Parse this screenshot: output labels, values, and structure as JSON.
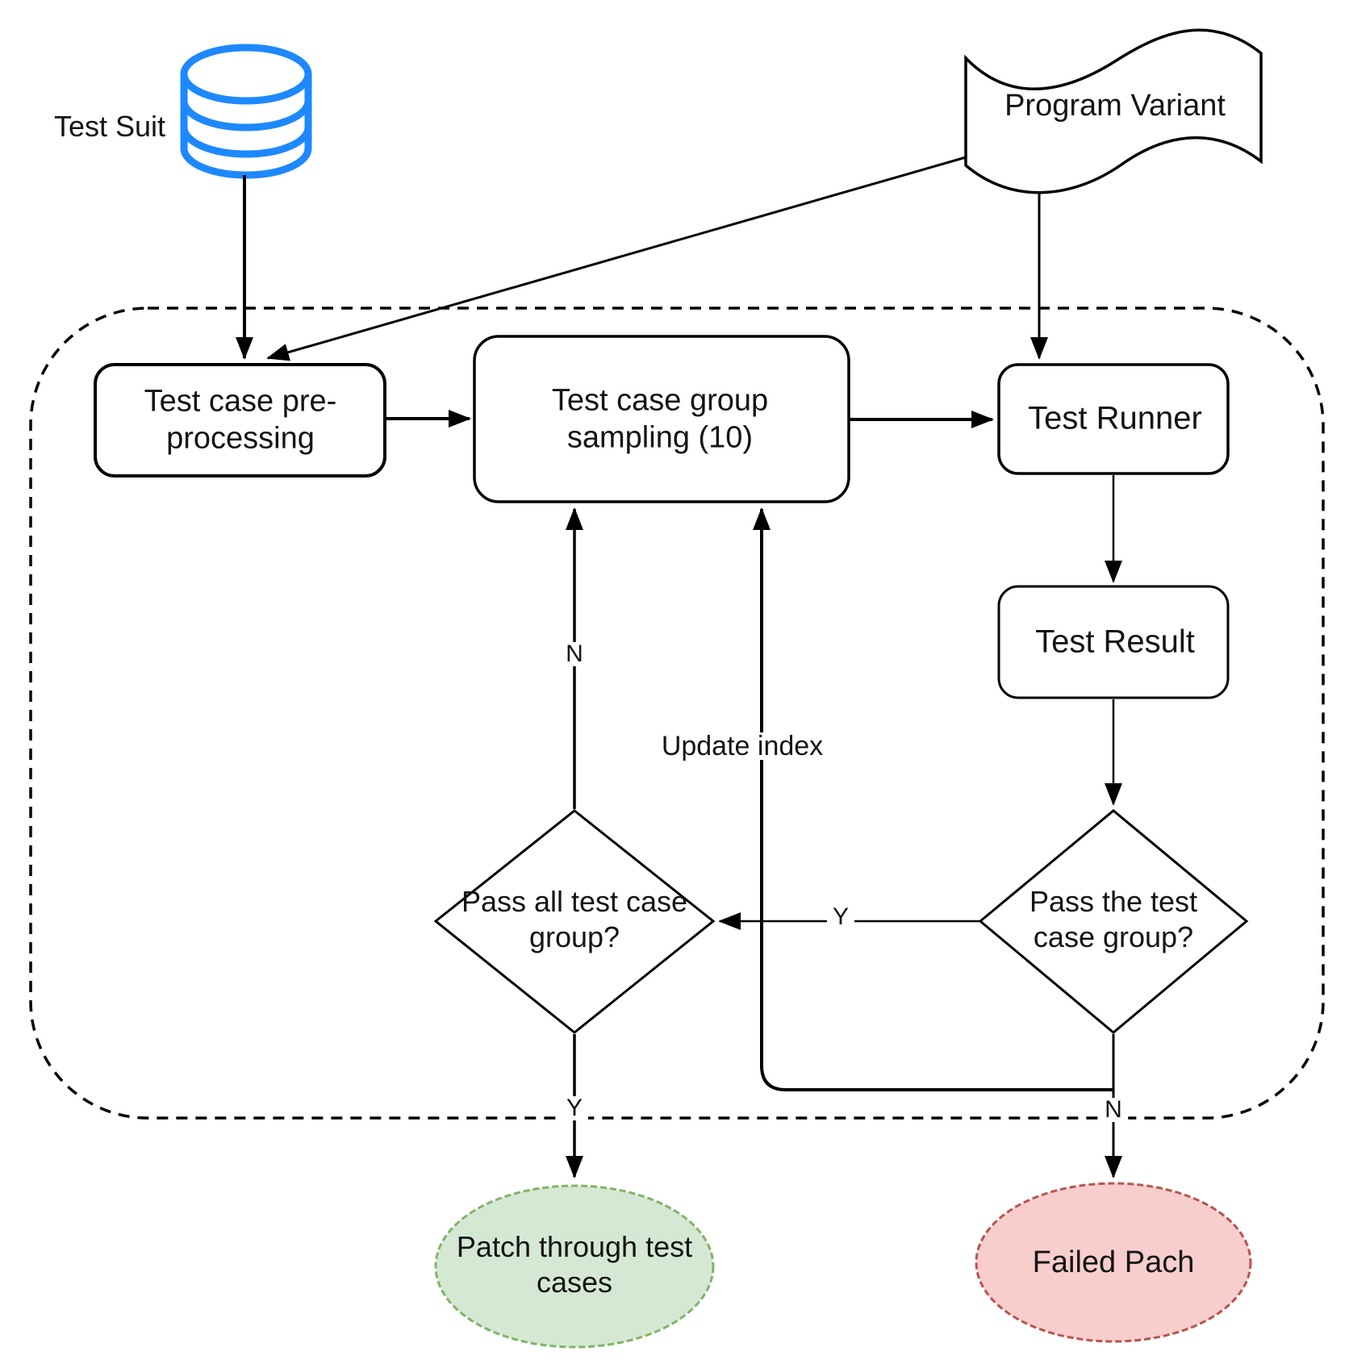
{
  "inputs": {
    "test_suite": {
      "label": "Test Suit"
    },
    "program_variant": {
      "label": "Program Variant"
    }
  },
  "process": {
    "pre_processing": {
      "line1": "Test case pre-",
      "line2": "processing"
    },
    "sampling": {
      "line1": "Test case group",
      "line2": "sampling (10)"
    },
    "test_runner": {
      "label": "Test Runner"
    },
    "test_result": {
      "label": "Test Result"
    }
  },
  "decisions": {
    "pass_all_groups": {
      "line1": "Pass all test case",
      "line2": "group?"
    },
    "pass_group": {
      "line1": "Pass the test",
      "line2": "case group?"
    }
  },
  "edge_labels": {
    "pass_all_no": "N",
    "pass_all_yes": "Y",
    "pass_group_yes": "Y",
    "pass_group_no": "N",
    "update_index": "Update index"
  },
  "outcomes": {
    "success": {
      "line1": "Patch through test",
      "line2": "cases",
      "fill": "#d5e8d4",
      "stroke": "#82b366"
    },
    "failure": {
      "label": "Failed Pach",
      "fill": "#f8cecc",
      "stroke": "#b85450"
    }
  },
  "colors": {
    "database_stroke": "#1e88ff",
    "line": "#000000",
    "background": "#ffffff"
  }
}
